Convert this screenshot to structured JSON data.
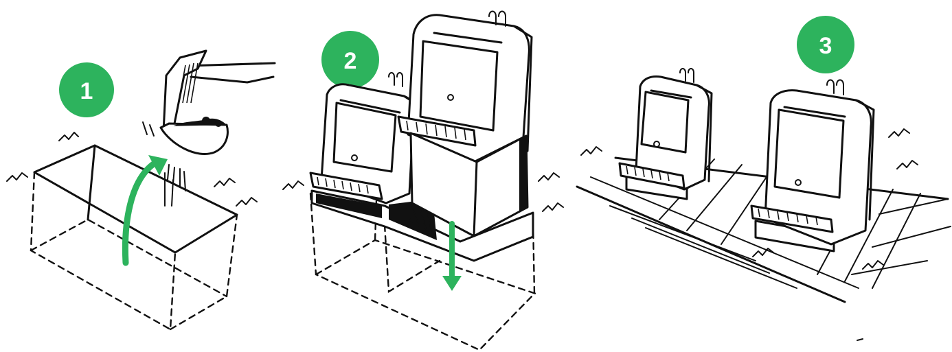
{
  "steps": [
    {
      "number": "1",
      "scene": "excavation"
    },
    {
      "number": "2",
      "scene": "container-installation"
    },
    {
      "number": "3",
      "scene": "finished-paving"
    }
  ],
  "colors": {
    "badge": "#2db35d",
    "arrow": "#2db35d",
    "ink": "#111111",
    "background": "#ffffff"
  },
  "icons": [
    "excavator-bucket-icon",
    "up-arrow-icon",
    "down-arrow-icon",
    "grass-tuft-icon"
  ]
}
